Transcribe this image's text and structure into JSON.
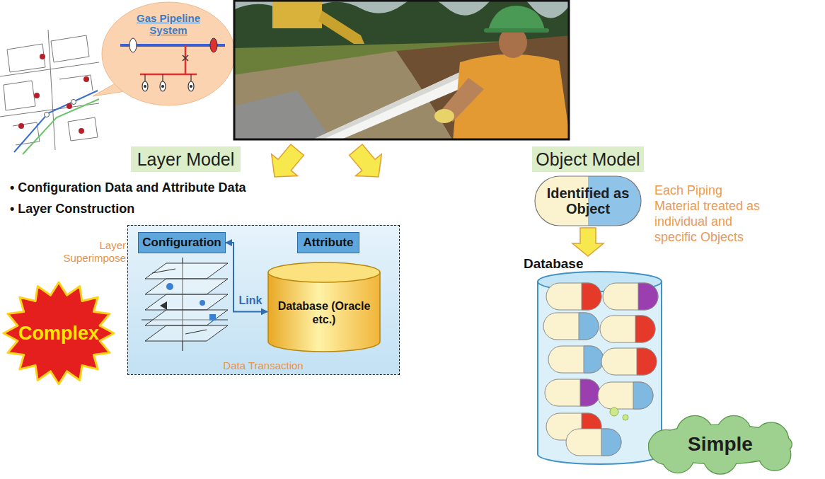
{
  "diagram": {
    "nodes": [
      {
        "text": [
          "Gas Pipeline System"
        ]
      },
      {
        "text": [
          "Layer Model"
        ]
      },
      {
        "text": [
          "Object Model"
        ]
      },
      {
        "text": [
          "Data Transaction"
        ]
      },
      {
        "text": [
          "Configuration"
        ],
        "in": 3
      },
      {
        "text": [
          "Attribute"
        ],
        "in": 3
      },
      {
        "text": [
          "Database (Oracle etc.)"
        ],
        "in": 3
      },
      {
        "text": [
          "Complex"
        ]
      },
      {
        "text": [
          "Identified as Object"
        ]
      },
      {
        "text": [
          "Database"
        ]
      },
      {
        "text": [
          "Simple"
        ]
      }
    ],
    "edges": [
      {
        "from": 4,
        "to": 6,
        "label": "Link",
        "arrow": "both"
      },
      {
        "from": 8,
        "to": 9,
        "arrow": "to"
      }
    ],
    "labels": [
      "• Configuration Data and Attribute Data",
      "• Layer Construction",
      "Layer Superimpose",
      "Each Piping Material treated as individual and specific Objects"
    ]
  }
}
